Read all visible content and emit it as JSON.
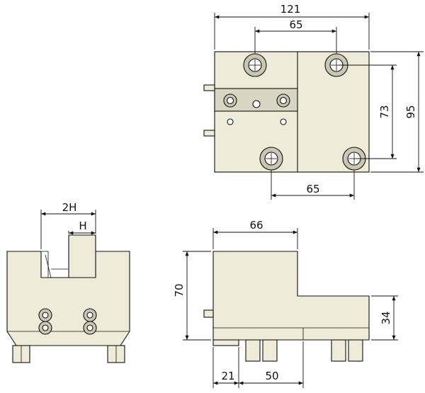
{
  "drawing": {
    "background": "#ffffff",
    "part_fill": "#eeecd9",
    "part_shade": "#d8d6c2",
    "line_color": "#111111"
  },
  "dimensions": {
    "top_width": "121",
    "top_hole_spacing_upper": "65",
    "top_hole_spacing_lower": "65",
    "top_height_inner": "73",
    "top_height_outer": "95",
    "front_slot_outer": "2H",
    "front_slot_inner": "H",
    "side_top_width": "66",
    "side_height": "70",
    "side_step_height": "34",
    "side_offset": "21",
    "side_foot_spacing": "50"
  }
}
